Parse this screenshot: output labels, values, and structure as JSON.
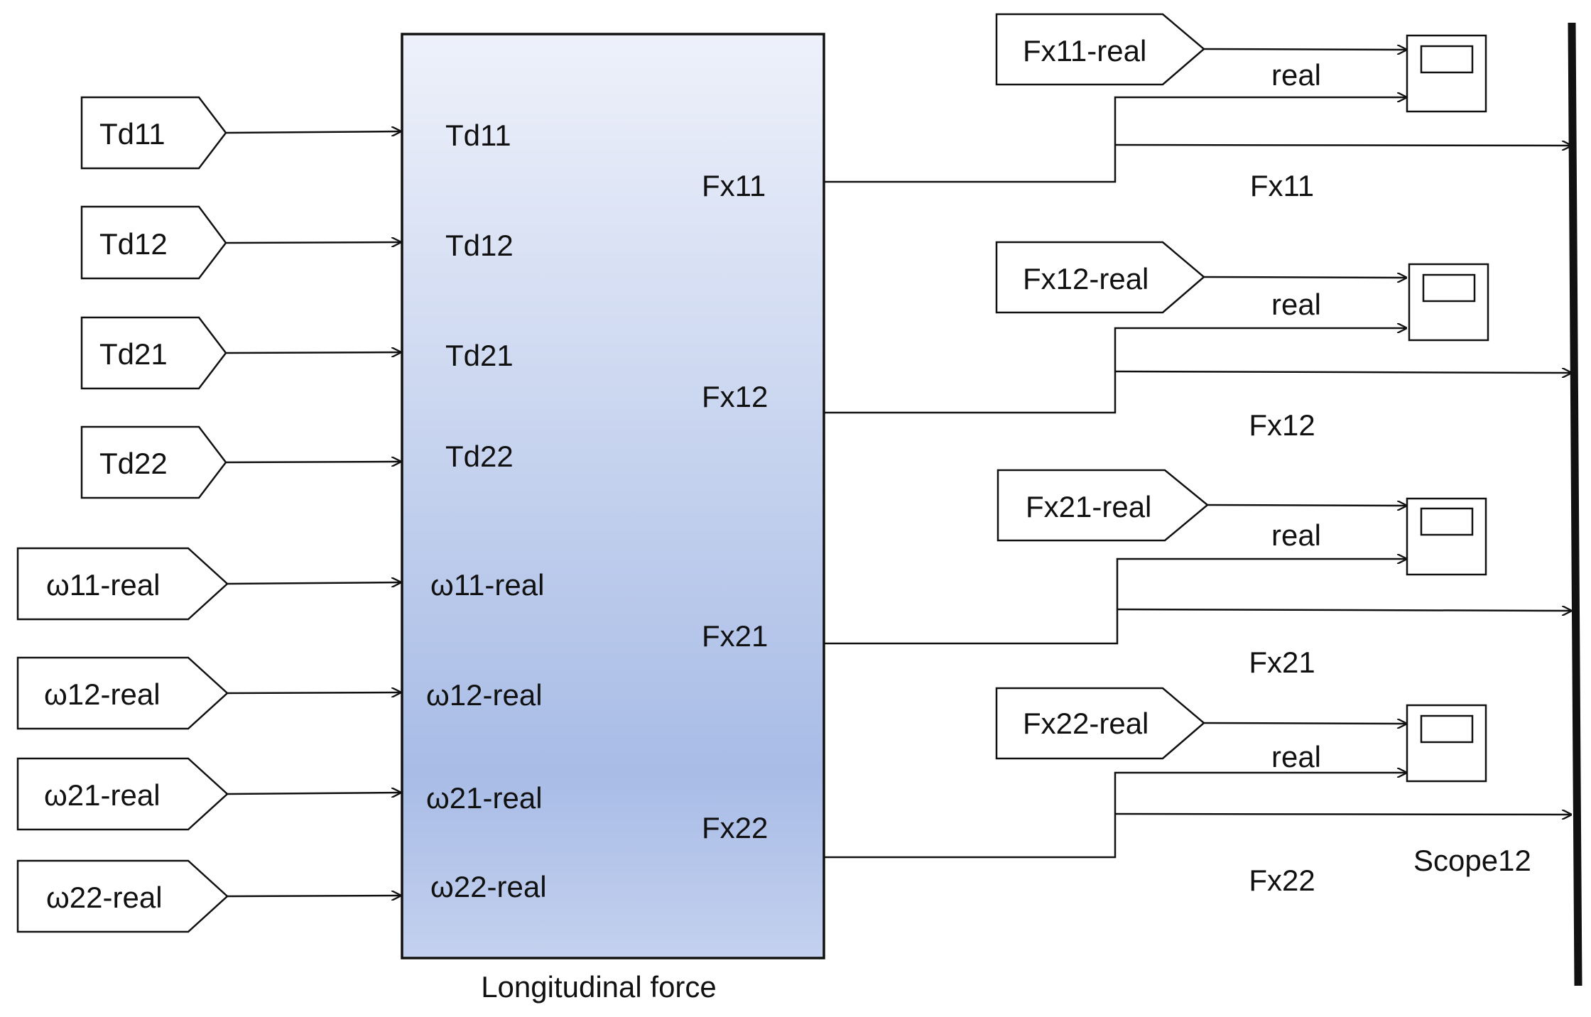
{
  "diagram": {
    "inputs": [
      {
        "name": "Td11"
      },
      {
        "name": "Td12"
      },
      {
        "name": "Td21"
      },
      {
        "name": "Td22"
      },
      {
        "name": "ω11-real"
      },
      {
        "name": "ω12-real"
      },
      {
        "name": "ω21-real"
      },
      {
        "name": "ω22-real"
      }
    ],
    "block": {
      "title": "Longitudinal force",
      "in_ports": [
        "Td11",
        "Td12",
        "Td21",
        "Td22",
        "ω11-real",
        "ω12-real",
        "ω21-real",
        "ω22-real"
      ],
      "out_ports": [
        "Fx11",
        "Fx12",
        "Fx21",
        "Fx22"
      ],
      "gradient": [
        "#eef1fa",
        "#a8bce6",
        "#c4d1ef"
      ]
    },
    "real_tags": [
      "Fx11-real",
      "Fx12-real",
      "Fx21-real",
      "Fx22-real"
    ],
    "signal_labels": {
      "real": [
        "real",
        "real",
        "real",
        "real"
      ],
      "force": [
        "Fx11",
        "Fx12",
        "Fx21",
        "Fx22"
      ]
    },
    "scope_bus_label": "Scope12"
  }
}
